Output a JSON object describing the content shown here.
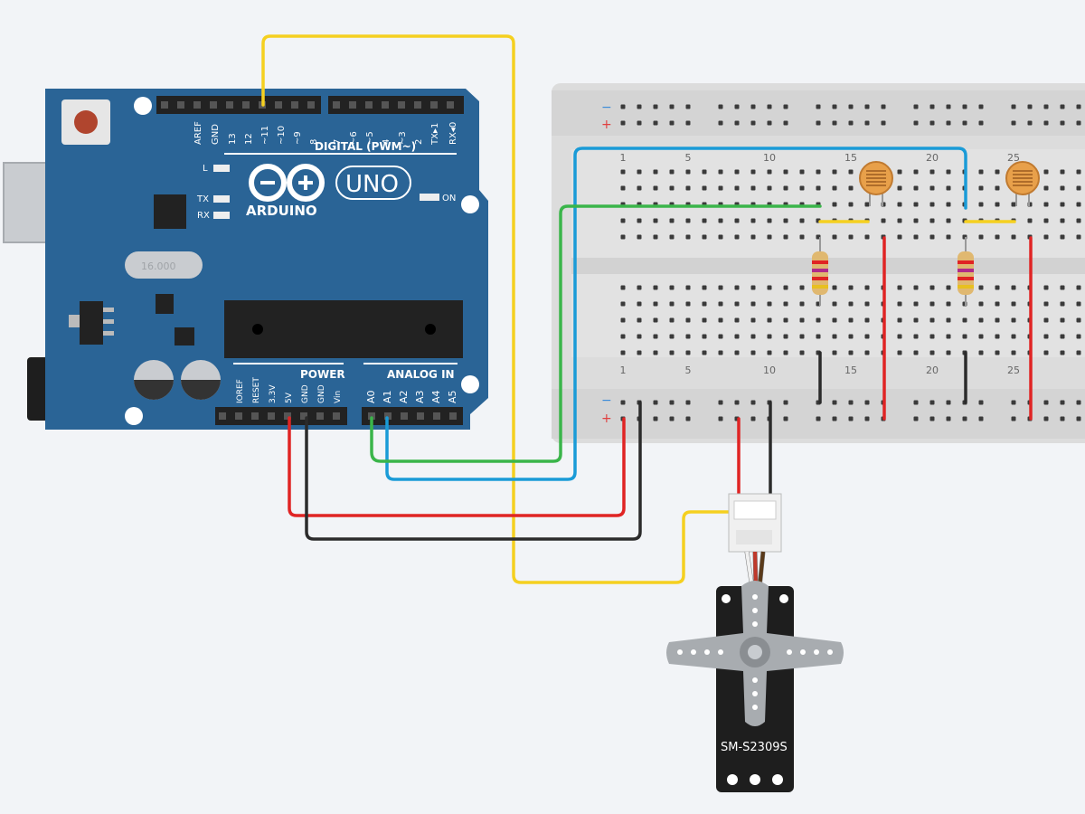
{
  "arduino": {
    "brand": "ARDUINO",
    "model": "UNO",
    "digital_header": "DIGITAL (PWM~)",
    "digital_pins": [
      "AREF",
      "GND",
      "13",
      "12",
      "~11",
      "~10",
      "~9",
      "8",
      "7",
      "~6",
      "~5",
      "4",
      "~3",
      "2",
      "TX▸1",
      "RX◂0"
    ],
    "power_label": "POWER",
    "power_pins": [
      "IOREF",
      "RESET",
      "3.3V",
      "5V",
      "GND",
      "GND",
      "Vin"
    ],
    "analog_label": "ANALOG IN",
    "analog_pins": [
      "A0",
      "A1",
      "A2",
      "A3",
      "A4",
      "A5"
    ],
    "led_L": "L",
    "led_TX": "TX",
    "led_RX": "RX",
    "led_ON": "ON",
    "crystal": "16.000"
  },
  "breadboard": {
    "minus": "−",
    "plus": "+",
    "column_numbers": [
      "1",
      "5",
      "10",
      "15",
      "20",
      "25"
    ]
  },
  "servo": {
    "model": "SM-S2309S"
  },
  "colors": {
    "board": "#2a6496",
    "yellow_wire": "#f5d020",
    "blue_wire": "#1a9bd7",
    "green_wire": "#3ab54a",
    "red_wire": "#e02424",
    "black_wire": "#2b2b2b"
  }
}
